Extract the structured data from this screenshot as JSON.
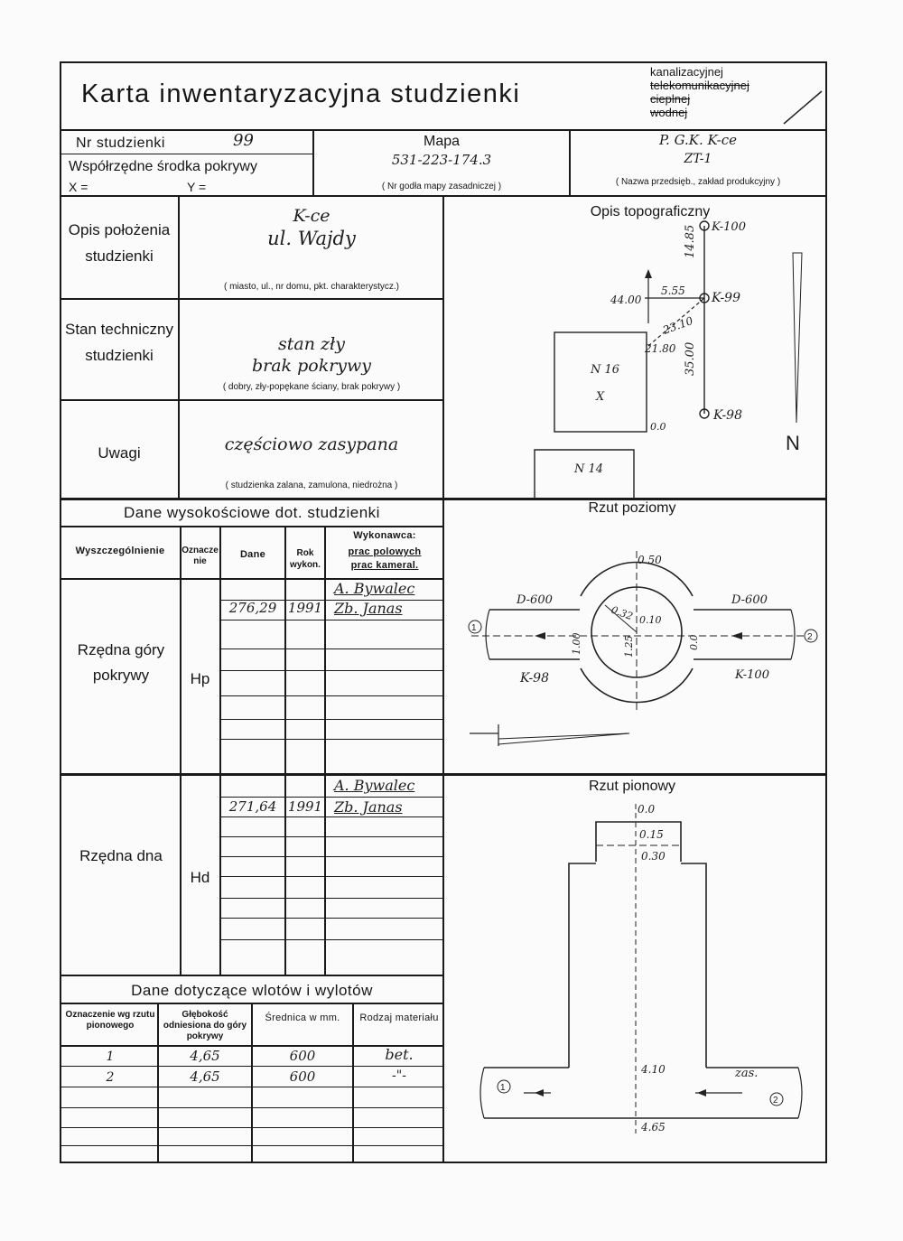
{
  "title": "Karta inwentaryzacyjna studzienki",
  "type_options": [
    "kanalizacyjnej",
    "telekomunikacyjnej",
    "cieplnej",
    "wodnej"
  ],
  "header": {
    "nr_label": "Nr studzienki",
    "nr_value": "99",
    "coords_label": "Współrzędne środka pokrywy",
    "x_label": "X =",
    "y_label": "Y =",
    "map_label": "Mapa",
    "map_value": "531-223-174.3",
    "map_caption": "( Nr godła mapy zasadniczej )",
    "company_value_1": "P. G.K. K-ce",
    "company_value_2": "ZT-1",
    "company_caption": "( Nazwa przedsięb., zakład produkcyjny )"
  },
  "opis": {
    "label": "Opis położenia studzienki",
    "value_1": "K-ce",
    "value_2": "ul. Wajdy",
    "caption": "( miasto, ul., nr domu, pkt. charakterystycz.)"
  },
  "stan": {
    "label": "Stan techniczny studzienki",
    "value_1": "stan zły",
    "value_2": "brak pokrywy",
    "caption": "( dobry, zły-popękane ściany, brak pokrywy )"
  },
  "uwagi": {
    "label": "Uwagi",
    "value": "częściowo zasypana",
    "caption": "( studzienka zalana, zamulona, niedrożna )"
  },
  "height_data": {
    "title": "Dane wysokościowe dot. studzienki",
    "col_item": "Wyszczególnienie",
    "col_mark": "Oznaczenie",
    "col_value": "Dane",
    "col_year": "Rok wykon.",
    "col_exec": "Wykonawca:",
    "col_exec_field": "prac polowych",
    "col_exec_office": "prac kameral.",
    "top": {
      "label": "Rzędna góry pokrywy",
      "mark": "Hp",
      "value": "276,29",
      "year": "1991",
      "exec_1": "A. Bywalec",
      "exec_2": "Zb. Janas"
    },
    "bottom": {
      "label": "Rzędna dna",
      "mark": "Hd",
      "value": "271,64",
      "year": "1991",
      "exec_1": "A. Bywalec",
      "exec_2": "Zb. Janas"
    }
  },
  "inlets": {
    "title": "Dane dotyczące wlotów i wylotów",
    "col_mark": "Oznaczenie wg rzutu pionowego",
    "col_depth": "Głębokość odniesiona do góry pokrywy",
    "col_diam": "Średnica w mm.",
    "col_material": "Rodzaj materiału",
    "rows": [
      {
        "mark": "1",
        "depth": "4,65",
        "diam": "600",
        "material": "bet."
      },
      {
        "mark": "2",
        "depth": "4,65",
        "diam": "600",
        "material": "-\"-"
      }
    ]
  },
  "topo": {
    "title": "Opis topograficzny",
    "k100": "K-100",
    "k99": "K-99",
    "k98": "K-98",
    "d1485": "14.85",
    "d555": "5.55",
    "d2310": "23.10",
    "d3500": "35.00",
    "d4400": "44.00",
    "d2180": "21.80",
    "d00": "0.0",
    "bld1": "N 16",
    "bld1_mark": "X",
    "bld2": "N 14",
    "north": "N"
  },
  "plan": {
    "title": "Rzut poziomy",
    "left_pipe": "D-600",
    "right_pipe": "D-600",
    "left_name": "K-98",
    "right_name": "K-100",
    "d050": "0.50",
    "d032": "0.32",
    "d010": "0.10",
    "d00": "0.0",
    "d100": "1.00",
    "d125": "1.25",
    "m1": "1",
    "m2": "2"
  },
  "section": {
    "title": "Rzut pionowy",
    "d00": "0.0",
    "d015": "0.15",
    "d030": "0.30",
    "d410": "4.10",
    "d465": "4.65",
    "zas": "zas.",
    "m1": "1",
    "m2": "2"
  }
}
